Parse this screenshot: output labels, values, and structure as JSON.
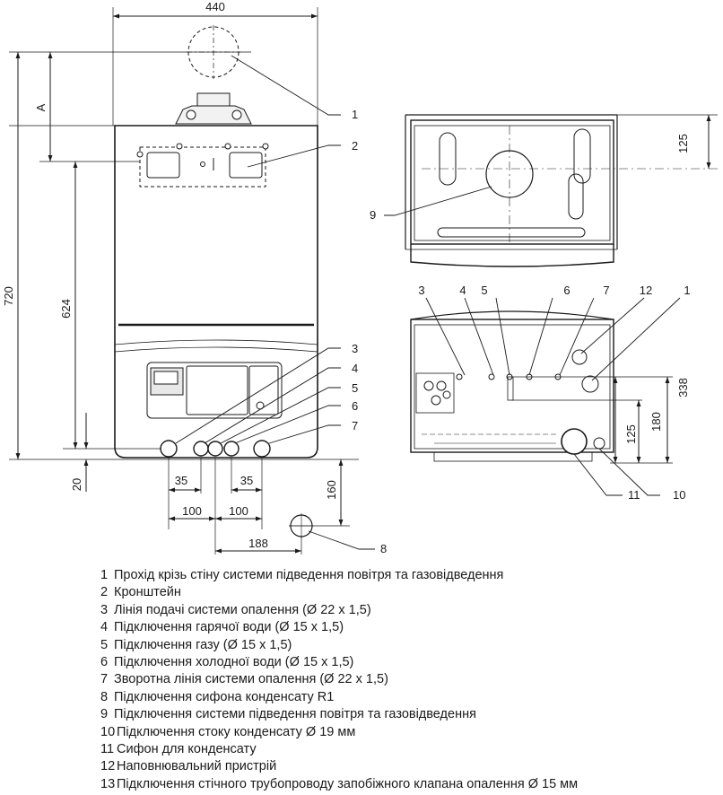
{
  "dimensions": {
    "width_total": "440",
    "height_total": "720",
    "height_624": "624",
    "offset_a": "A",
    "bottom_20": "20",
    "depth_160": "160",
    "span_35_left": "35",
    "span_35_right": "35",
    "span_100_left": "100",
    "span_100_right": "100",
    "span_188": "188",
    "top_125": "125",
    "side_338": "338",
    "side_180": "180",
    "side_125": "125"
  },
  "callouts": {
    "front": [
      "1",
      "2",
      "3",
      "4",
      "5",
      "6",
      "7",
      "8"
    ],
    "top_view": [
      "9"
    ],
    "bottom_view_top": [
      "3",
      "4",
      "5",
      "6",
      "7",
      "12",
      "1"
    ],
    "bottom_view_bottom": [
      "11",
      "10"
    ]
  },
  "legend": [
    {
      "num": "1",
      "text": "Прохід крізь стіну системи підведення повітря та газовідведення"
    },
    {
      "num": "2",
      "text": "Кронштейн"
    },
    {
      "num": "3",
      "text": "Лінія подачі системи опалення (Ø 22 x 1,5)"
    },
    {
      "num": "4",
      "text": "Підключення гарячої води (Ø 15 x 1,5)"
    },
    {
      "num": "5",
      "text": "Підключення газу (Ø 15 x 1,5)"
    },
    {
      "num": "6",
      "text": "Підключення холодної води (Ø 15 x 1,5)"
    },
    {
      "num": "7",
      "text": "Зворотна лінія системи опалення (Ø 22 x 1,5)"
    },
    {
      "num": "8",
      "text": "Підключення сифона конденсату R1"
    },
    {
      "num": "9",
      "text": "Підключення системи підведення повітря та газовідведення"
    },
    {
      "num": "10",
      "text": "Підключення стоку конденсату Ø 19 мм"
    },
    {
      "num": "11",
      "text": "Сифон для конденсату"
    },
    {
      "num": "12",
      "text": "Наповнювальний пристрій"
    },
    {
      "num": "13",
      "text": "Підключення стічного трубопроводу запобіжного клапана опалення Ø 15 мм"
    }
  ]
}
